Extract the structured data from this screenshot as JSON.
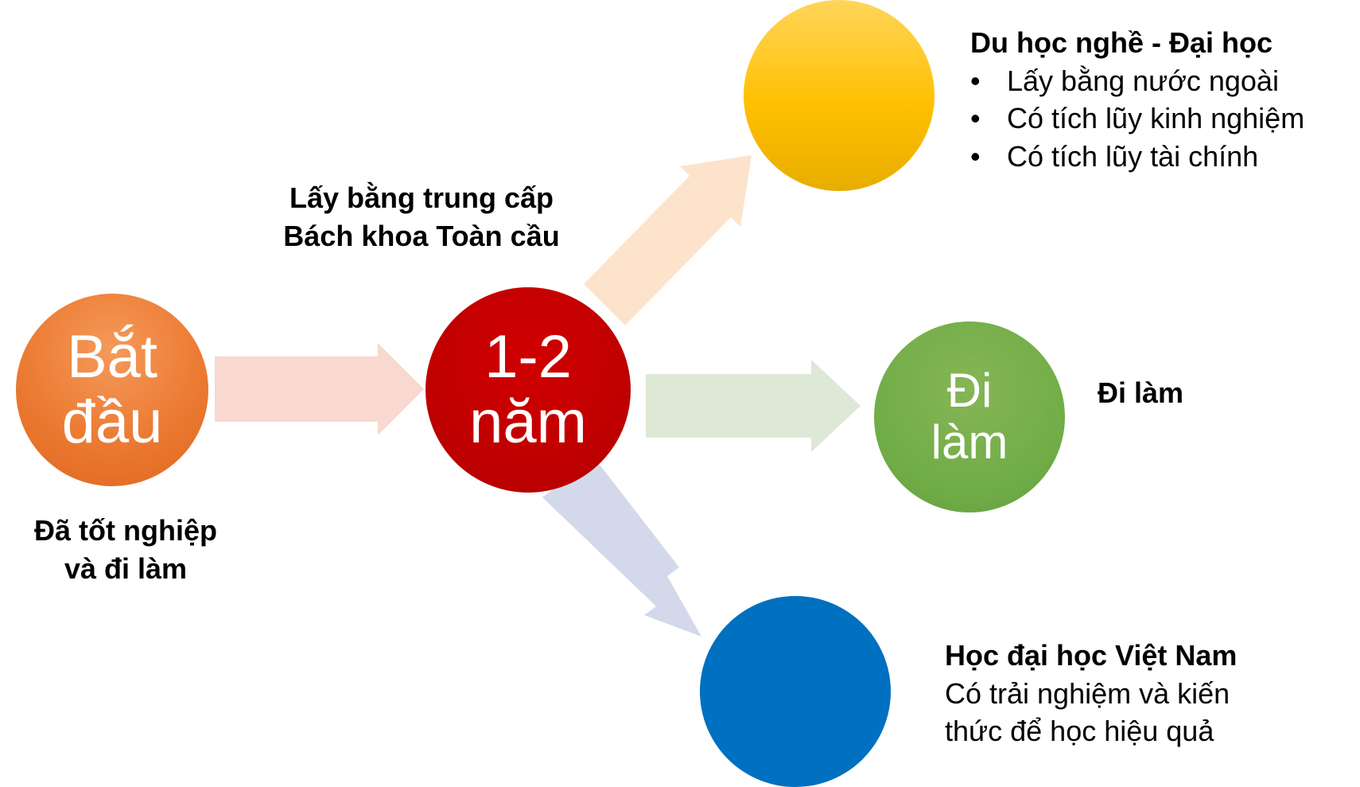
{
  "colors": {
    "start_node": "#ec7a32",
    "duration_node": "#c00000",
    "abroad_node": "#ffc000",
    "work_node": "#70ad47",
    "vn_uni_node": "#0070c0",
    "arrow_start_to_duration": "#f8d8cf",
    "arrow_to_abroad": "#fde3cc",
    "arrow_to_work": "#dde8d6",
    "arrow_to_vn_uni": "#d3d9ea"
  },
  "nodes": {
    "start": {
      "line1": "Bắt",
      "line2": "đầu"
    },
    "duration": {
      "line1": "1-2",
      "line2": "năm"
    },
    "work": {
      "line1": "Đi",
      "line2": "làm"
    }
  },
  "captions": {
    "middle": {
      "line1": "Lấy bằng trung cấp",
      "line2": "Bách khoa Toàn cầu"
    },
    "start": {
      "line1": "Đã tốt nghiệp",
      "line2": "và đi làm"
    },
    "abroad": {
      "title": "Du học nghề - Đại học",
      "bullet": "•",
      "items": [
        "Lấy bằng nước ngoài",
        "Có tích lũy kinh nghiệm",
        "Có tích lũy tài chính"
      ]
    },
    "work": {
      "title": "Đi làm"
    },
    "vn_uni": {
      "title": "Học đại học Việt Nam",
      "line1": "Có trải nghiệm và kiến",
      "line2": "thức để học hiệu quả"
    }
  }
}
